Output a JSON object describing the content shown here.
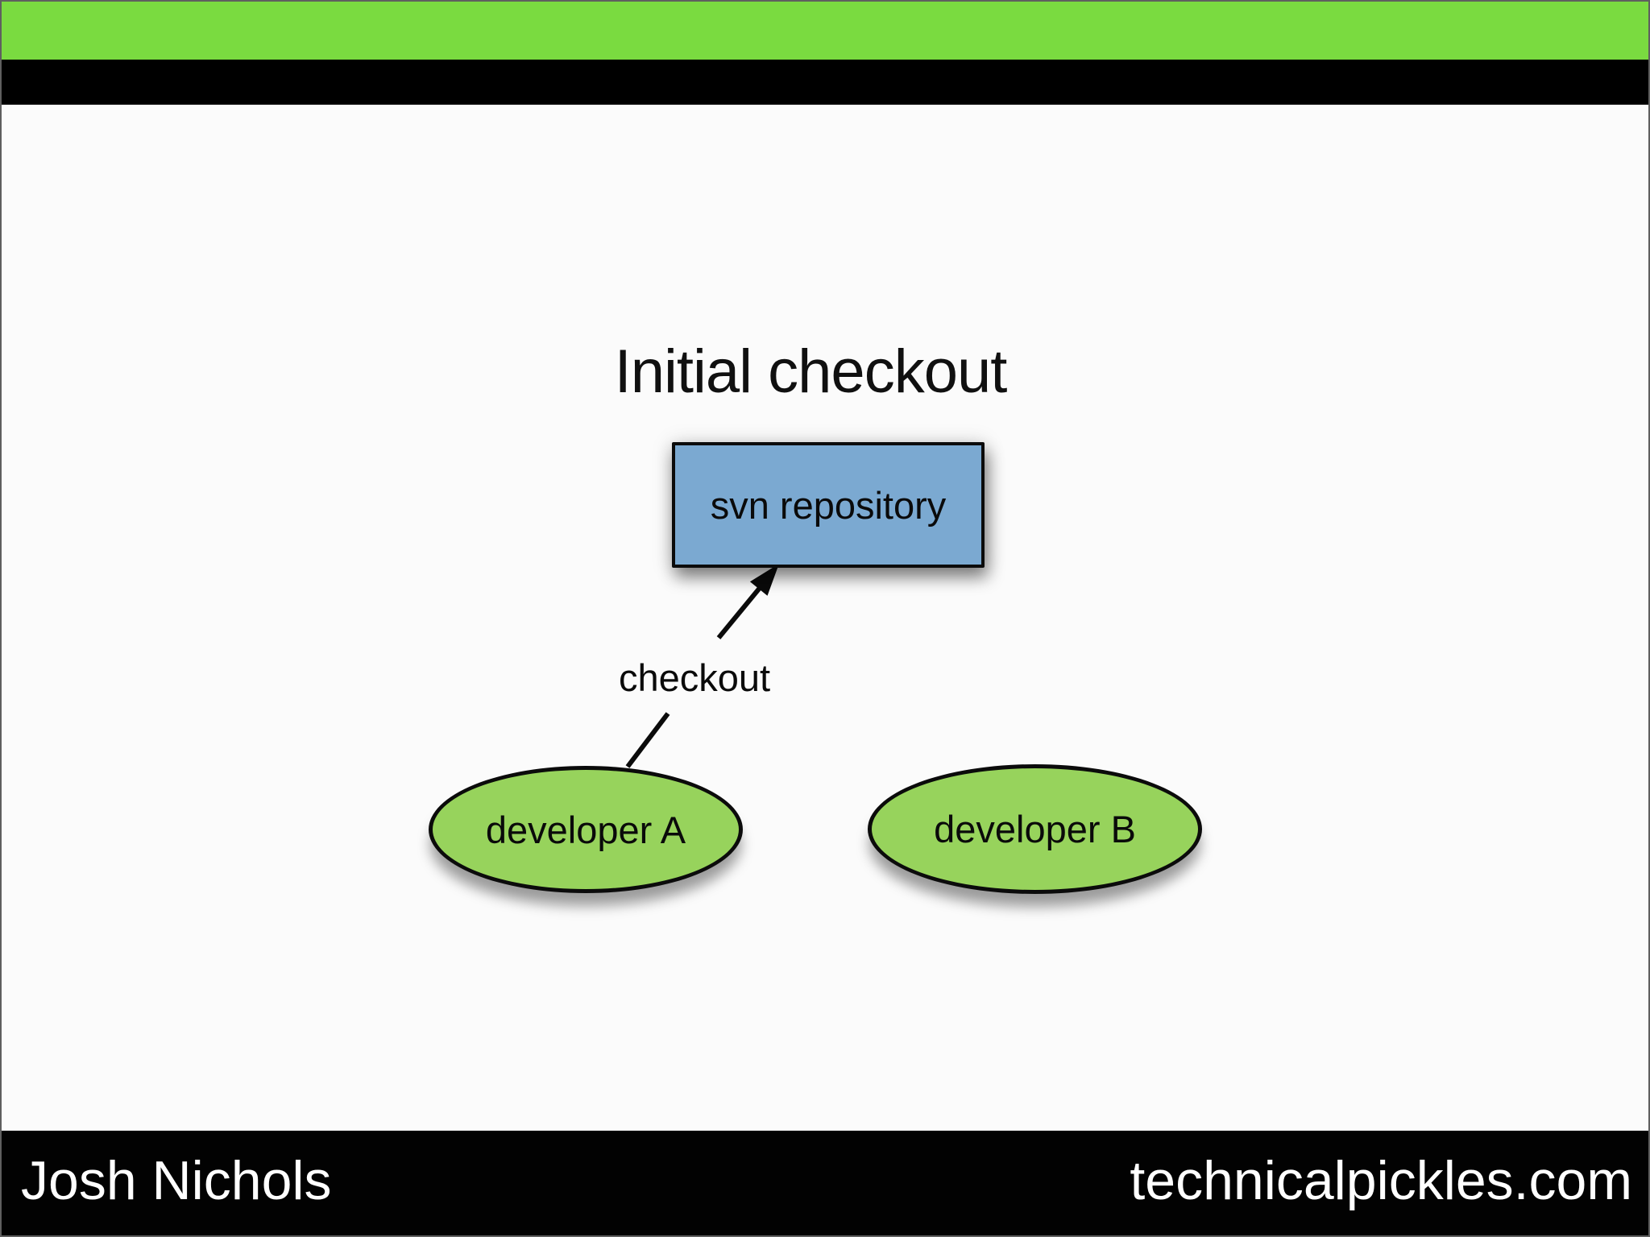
{
  "slide": {
    "title": "Initial checkout"
  },
  "diagram": {
    "nodes": [
      {
        "id": "repo",
        "label": "svn repository",
        "shape": "rect",
        "fill": "#7BA9D1"
      },
      {
        "id": "devA",
        "label": "developer A",
        "shape": "ellipse",
        "fill": "#97D35C"
      },
      {
        "id": "devB",
        "label": "developer B",
        "shape": "ellipse",
        "fill": "#97D35C"
      }
    ],
    "edges": [
      {
        "from": "devA",
        "to": "repo",
        "label": "checkout",
        "arrowhead": "filled-triangle"
      }
    ]
  },
  "footer": {
    "author": "Josh Nichols",
    "website": "technicalpickles.com"
  },
  "colors": {
    "top_bar_green": "#7ADB40",
    "header_black": "#000000",
    "node_blue": "#7BA9D1",
    "node_green": "#97D35C",
    "line_black": "#0B0B0B",
    "background": "#FBFBFB",
    "footer_black": "#020202",
    "footer_text": "#FFFFFF"
  }
}
